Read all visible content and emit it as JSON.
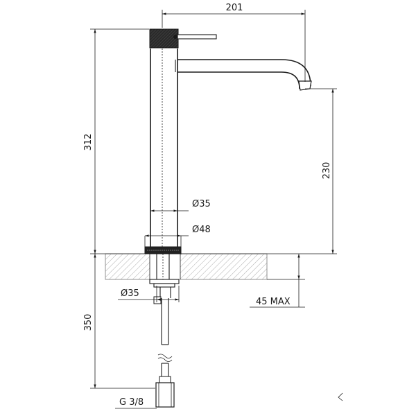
{
  "dimensions": {
    "total_width": "201",
    "total_height": "312",
    "spout_height": "230",
    "body_diameter": "Ø35",
    "base_diameter": "Ø48",
    "shank_diameter": "Ø35",
    "max_deck_thickness": "45 MAX",
    "below_deck_length": "350",
    "connection_thread": "G 3/8"
  }
}
